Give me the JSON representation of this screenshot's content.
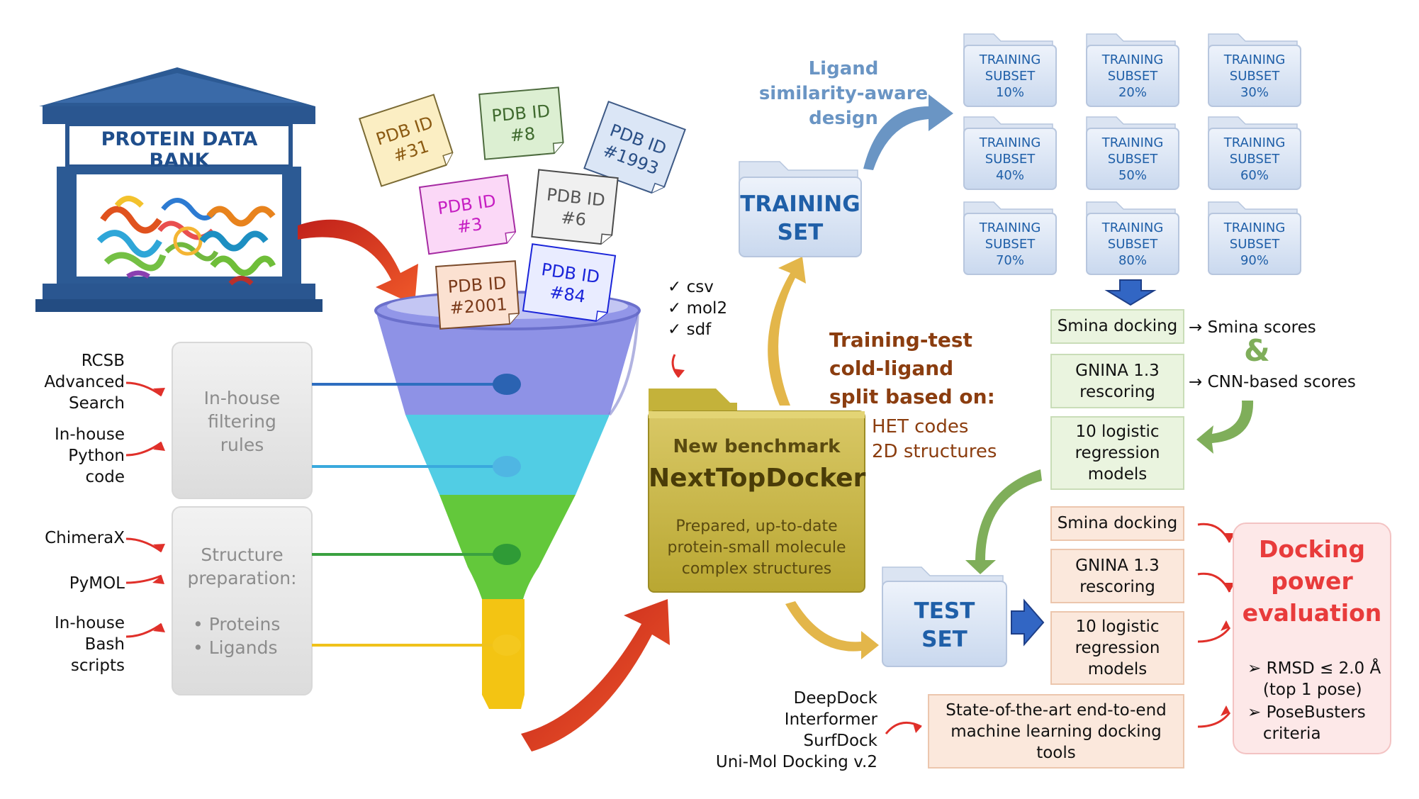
{
  "pdb": {
    "title": "PROTEIN DATA BANK"
  },
  "cards": [
    {
      "text": "PDB ID\n#31"
    },
    {
      "text": "PDB ID\n#8"
    },
    {
      "text": "PDB ID\n#1993"
    },
    {
      "text": "PDB ID\n#3"
    },
    {
      "text": "PDB ID\n#6"
    },
    {
      "text": "PDB ID\n#2001"
    },
    {
      "text": "PDB ID\n#84"
    }
  ],
  "left_sources": {
    "rcsb": "RCSB\nAdvanced\nSearch",
    "python": "In-house\nPython\ncode",
    "chimerax": "ChimeraX",
    "pymol": "PyMOL",
    "bash": "In-house\nBash\nscripts"
  },
  "boxes": {
    "filtering": "In-house\nfiltering\nrules",
    "prep_title": "Structure\npreparation:",
    "prep_items": [
      "• Proteins",
      "• Ligands"
    ]
  },
  "formats": [
    "✓ csv",
    "✓ mol2",
    "✓ sdf"
  ],
  "benchmark": {
    "subtitle": "New benchmark",
    "name": "NextTopDocker",
    "desc": "Prepared, up-to-date\nprotein-small molecule\ncomplex structures"
  },
  "training_set": "TRAINING\nSET",
  "test_set": "TEST\nSET",
  "similarity": "Ligand\nsimilarity-aware\ndesign",
  "subsets": [
    {
      "label": "TRAINING\nSUBSET\n10%"
    },
    {
      "label": "TRAINING\nSUBSET\n20%"
    },
    {
      "label": "TRAINING\nSUBSET\n30%"
    },
    {
      "label": "TRAINING\nSUBSET\n40%"
    },
    {
      "label": "TRAINING\nSUBSET\n50%"
    },
    {
      "label": "TRAINING\nSUBSET\n60%"
    },
    {
      "label": "TRAINING\nSUBSET\n70%"
    },
    {
      "label": "TRAINING\nSUBSET\n80%"
    },
    {
      "label": "TRAINING\nSUBSET\n90%"
    }
  ],
  "split": {
    "title": "Training-test\ncold-ligand\nsplit based on:",
    "criteria": "HET codes\n2D structures"
  },
  "train_pipeline": {
    "smina": "Smina docking",
    "gnina": "GNINA 1.3\nrescoring",
    "logistic": "10 logistic\nregression\nmodels",
    "smina_scores": "→ Smina scores",
    "amp": "&",
    "cnn_scores": "→ CNN-based scores"
  },
  "test_pipeline": {
    "smina": "Smina docking",
    "gnina": "GNINA 1.3\nrescoring",
    "logistic": "10 logistic\nregression\nmodels",
    "ml": "State-of-the-art end-to-end\nmachine learning docking\ntools"
  },
  "ml_tools": "DeepDock\nInterformer\nSurfDock\nUni-Mol Docking v.2",
  "evaluation": {
    "title": "Docking\npower\nevaluation",
    "criteria": [
      "➢ RMSD ≤ 2.0 Å\n   (top 1 pose)",
      "➢ PoseBusters\n   criteria"
    ]
  },
  "colors": {
    "pdb_blue": "#1f4e8c",
    "arrow_red": "#d93a1e",
    "arrow_gold": "#e3b64a",
    "arrow_green": "#7fae5a",
    "split_brown": "#8b3d0f",
    "eval_red": "#e83b3b",
    "similarity_blue": "#6a95c4"
  }
}
